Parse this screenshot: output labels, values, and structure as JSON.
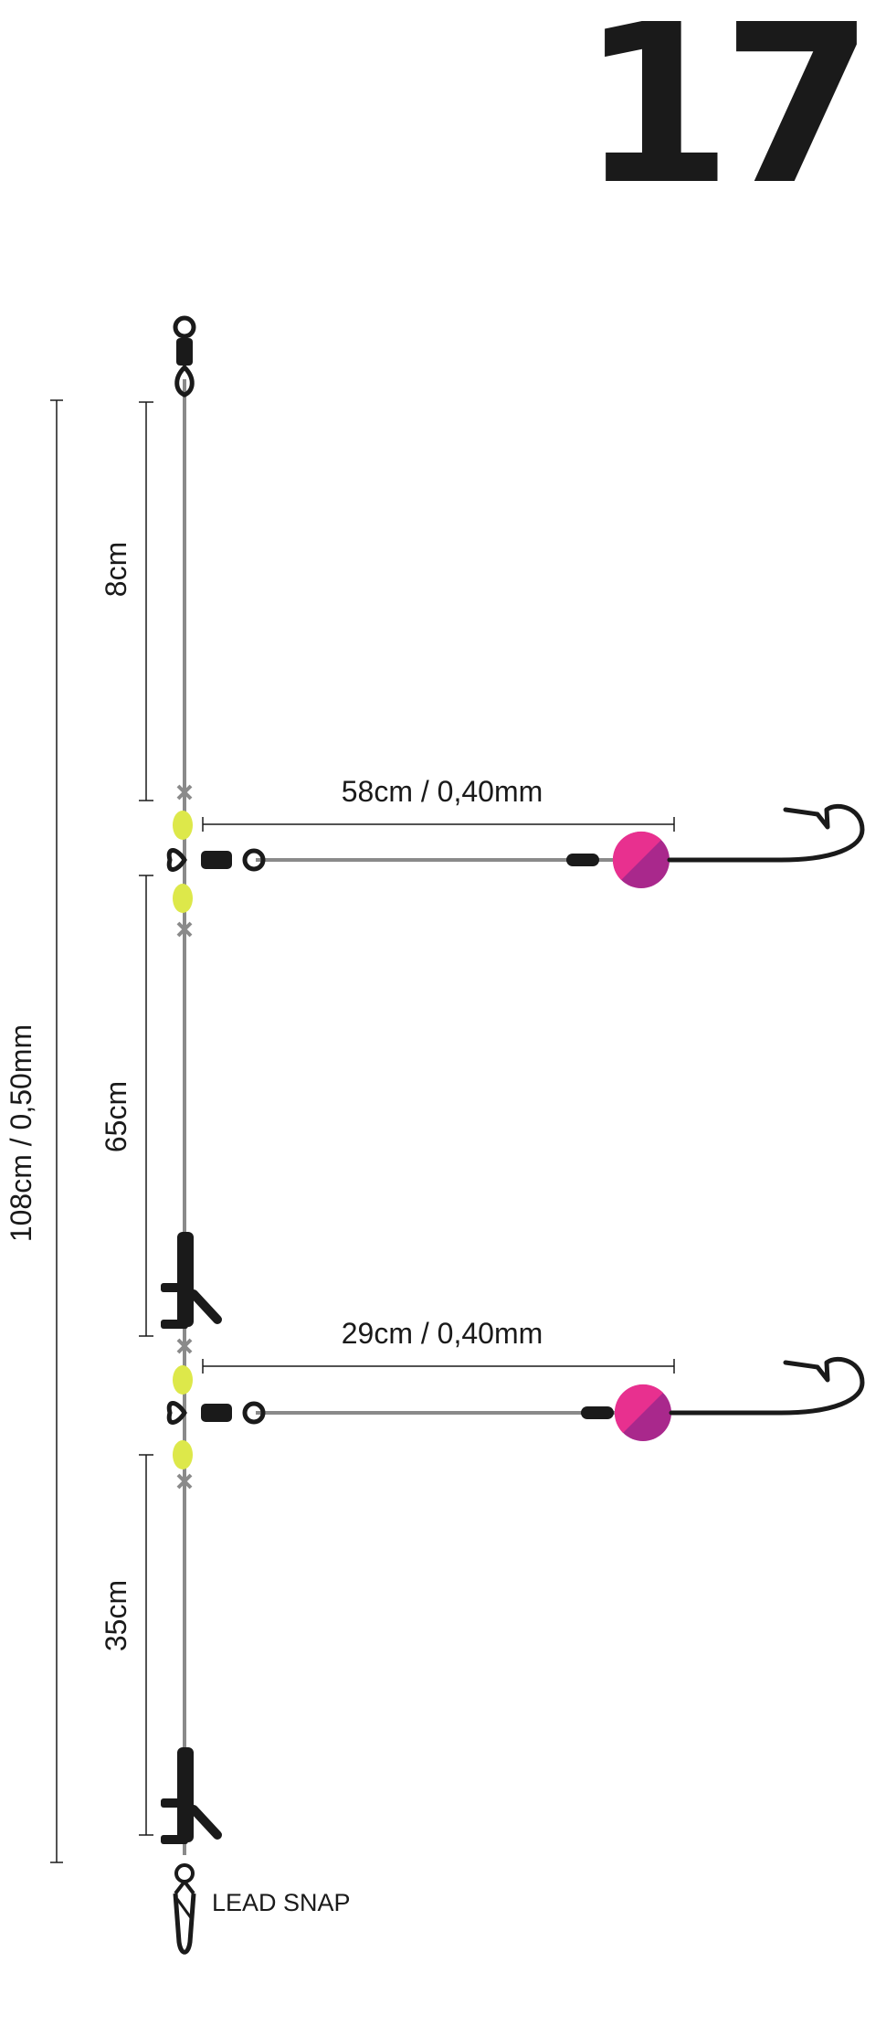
{
  "rig_number": "17",
  "overall_length_label": "108cm / 0,50mm",
  "segments": {
    "top": "8cm",
    "middle": "65cm",
    "bottom": "35cm"
  },
  "droppers": {
    "upper": "58cm / 0,40mm",
    "lower": "29cm / 0,40mm"
  },
  "lead_snap_label": "LEAD SNAP",
  "colors": {
    "line": "#8a8a8a",
    "hardware": "#1a1a1a",
    "bead": "#dde84a",
    "lure_pink": "#e8308f",
    "lure_purple": "#a9288c"
  },
  "icons": {
    "top_swivel": "swivel-icon",
    "bead": "bead-icon",
    "stop_knot": "stop-knot-icon",
    "dropper_swivel": "three-way-swivel-icon",
    "crimp": "crimp-sleeve-icon",
    "lure_bead": "lure-bead-icon",
    "hook": "hook-icon",
    "clip": "clip-icon",
    "lead_snap": "lead-snap-icon"
  }
}
